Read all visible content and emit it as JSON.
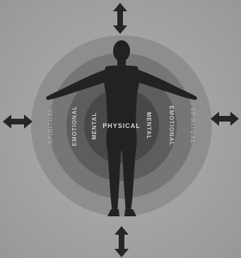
{
  "diagram": {
    "center_label": "PHYSICAL",
    "left_labels": {
      "mental": "MENTAL",
      "emotional": "EMOTIONAL",
      "spiritual": "SPIRITUAL"
    },
    "right_labels": {
      "mental": "MENTAL",
      "emotional": "EMOTIONAL",
      "spiritual": "SPIRITUAL"
    },
    "arrows": [
      "up-down-arrow-icon",
      "left-right-arrow-icon",
      "left-right-arrow-icon",
      "up-down-arrow-icon"
    ],
    "colors": {
      "background": "#a2a2a2",
      "ring_spiritual": "#8e8e8e",
      "ring_emotional": "#767676",
      "ring_mental": "#5d5d5d",
      "ring_physical": "#484848",
      "figure": "#222222",
      "arrow": "#262626",
      "text_light": "#dcdcdc",
      "text_spiritual": "#a9a9a9"
    }
  }
}
